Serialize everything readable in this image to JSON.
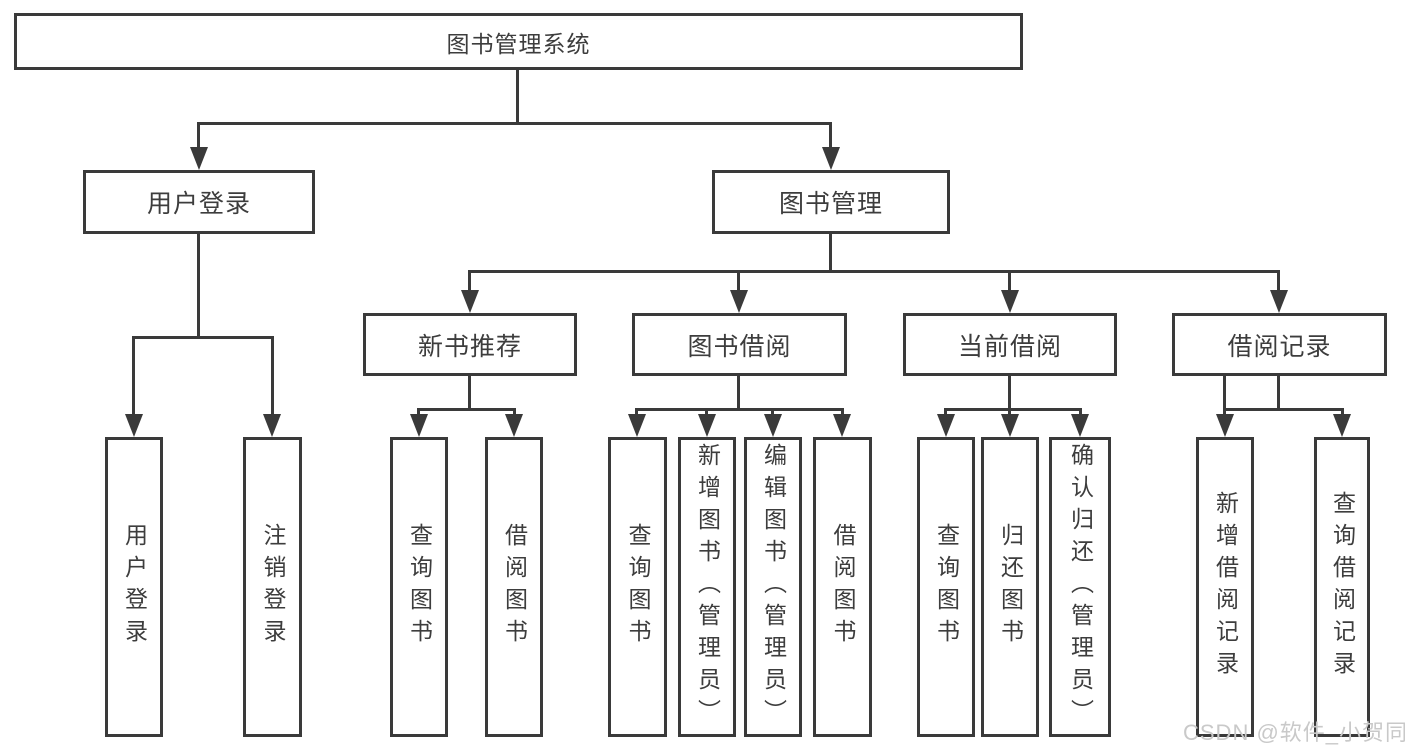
{
  "root": {
    "label": "图书管理系统"
  },
  "nodes": {
    "user_login": {
      "label": "用户登录"
    },
    "book_mgmt": {
      "label": "图书管理"
    },
    "new_book_rec": {
      "label": "新书推荐"
    },
    "book_borrow": {
      "label": "图书借阅"
    },
    "current_borrow": {
      "label": "当前借阅"
    },
    "borrow_records": {
      "label": "借阅记录"
    },
    "leaf_user_login": {
      "label": "用户登录"
    },
    "leaf_logout": {
      "label": "注销登录"
    },
    "leaf_query_book_rec": {
      "label": "查询图书"
    },
    "leaf_borrow_book_rec": {
      "label": "借阅图书"
    },
    "leaf_query_book_borrow": {
      "label": "查询图书"
    },
    "leaf_add_book_admin": {
      "label": "新增图书（管理员）"
    },
    "leaf_edit_book_admin": {
      "label": "编辑图书（管理员）"
    },
    "leaf_borrow_book_borrow": {
      "label": "借阅图书"
    },
    "leaf_query_book_current": {
      "label": "查询图书"
    },
    "leaf_return_book": {
      "label": "归还图书"
    },
    "leaf_confirm_return_admin": {
      "label": "确认归还（管理员）"
    },
    "leaf_add_borrow_record": {
      "label": "新增借阅记录"
    },
    "leaf_query_borrow_record": {
      "label": "查询借阅记录"
    }
  },
  "watermark": {
    "text": "CSDN @软件_小贺同学"
  },
  "colors": {
    "line": "#3a3a3a",
    "text": "#3d3d3d",
    "background": "#ffffff",
    "watermark": "#c9c9c9"
  }
}
